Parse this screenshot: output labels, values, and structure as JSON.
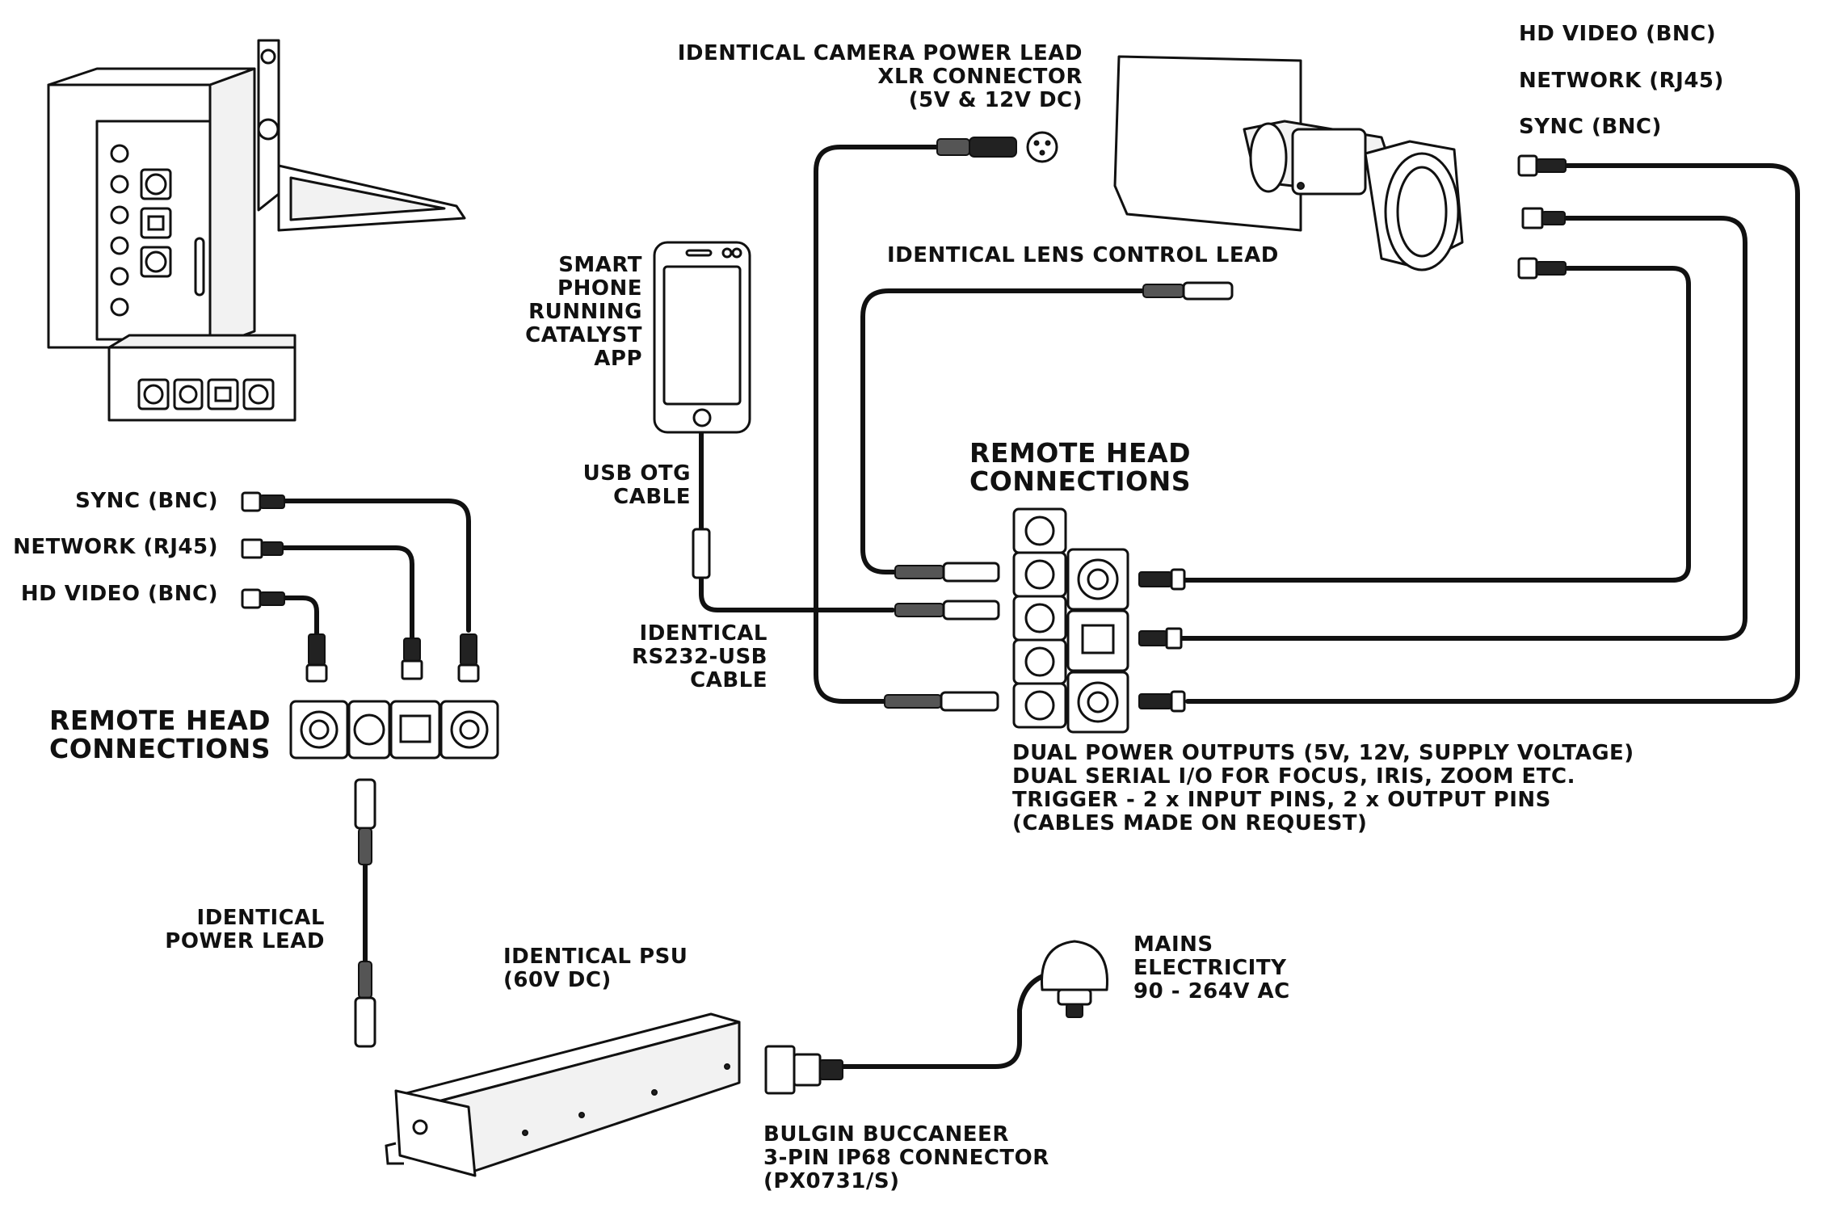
{
  "labels": {
    "camera_power_lead": [
      "IDENTICAL CAMERA POWER LEAD",
      "XLR CONNECTOR",
      "(5V & 12V DC)"
    ],
    "hd_video_top": "HD VIDEO (BNC)",
    "network_top": "NETWORK (RJ45)",
    "sync_top": "SYNC (BNC)",
    "smart_phone": [
      "SMART",
      "PHONE",
      "RUNNING",
      "CATALYST",
      "APP"
    ],
    "lens_control": "IDENTICAL LENS CONTROL LEAD",
    "usb_otg": [
      "USB OTG",
      "CABLE"
    ],
    "remote_head_right": [
      "REMOTE HEAD",
      "CONNECTIONS"
    ],
    "sync_left": "SYNC (BNC)",
    "network_left": "NETWORK (RJ45)",
    "hd_video_left": "HD VIDEO (BNC)",
    "rs232": [
      "IDENTICAL",
      "RS232-USB",
      "CABLE"
    ],
    "remote_head_left": [
      "REMOTE HEAD",
      "CONNECTIONS"
    ],
    "features": [
      "DUAL POWER OUTPUTS (5V, 12V, SUPPLY VOLTAGE)",
      "DUAL SERIAL I/O FOR FOCUS, IRIS, ZOOM ETC.",
      "TRIGGER - 2 x INPUT PINS, 2 x OUTPUT PINS",
      "(CABLES MADE ON REQUEST)"
    ],
    "power_lead": [
      "IDENTICAL",
      "POWER LEAD"
    ],
    "psu": [
      "IDENTICAL PSU",
      "(60V DC)"
    ],
    "mains": [
      "MAINS",
      "ELECTRICITY",
      "90 - 264V AC"
    ],
    "bulgin": [
      "BULGIN BUCCANEER",
      "3-PIN IP68 CONNECTOR",
      "(PX0731/S)"
    ]
  },
  "icons": [
    "remote-head-unit-icon",
    "camera-icon",
    "smartphone-icon",
    "psu-icon",
    "mains-plug-icon",
    "bnc-connector-icon",
    "rj45-connector-icon",
    "xlr-connector-icon",
    "lemo-connector-icon"
  ]
}
